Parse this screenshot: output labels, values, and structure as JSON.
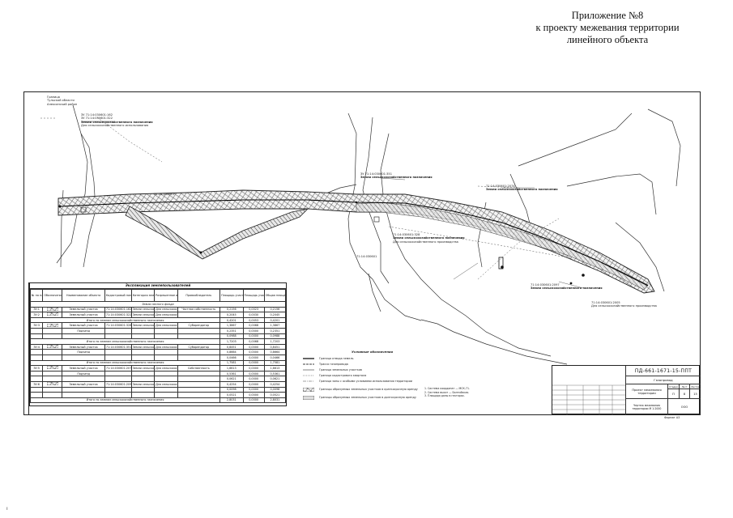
{
  "header": {
    "line1": "Приложение №8",
    "line2": "к проекту межевания территории",
    "line3": "линейного объекта"
  },
  "map": {
    "corner_note_1": "Граница",
    "corner_note_2": "Тульской области",
    "corner_note_3": "Алексинский район",
    "labels": [
      "ЗУ 71:14:030601:162",
      "ЗУ 71:14:030601:322",
      "Земли сельскохозяйственного назначения",
      "Для сельскохозяйственного использования",
      "71:14:030601",
      "ЗУ 71:14:030601:351",
      "Земли сельскохозяйственного назначения",
      "71:14:030601:328",
      "Земли сельскохозяйственного назначения",
      "Для сельскохозяйственного производства",
      "71:14:030601",
      "71:14:030601:2074",
      "Земли сельскохозяйственного назначения",
      "71:14:030601:2097",
      "Земли сельскохозяйственного назначения",
      "71:14:030601:2005",
      "Для сельскохозяйственного производства"
    ]
  },
  "table": {
    "title": "Экспликация землепользователей",
    "headers": [
      "№ на плане",
      "Обозначение в плане",
      "Наименование объекта",
      "Кадастровый номер",
      "Категория земель",
      "Разрешенное использование",
      "Правообладатель",
      "Площадь участка по документам, га",
      "Площадь участка в полосе отвода, га",
      "Общая площадь, га"
    ],
    "rows": [
      {
        "type": "section",
        "text": "Земли лесного фонда"
      },
      {
        "type": "row",
        "num": "ЗУ:1",
        "name": "Земельный участок",
        "cad": "71:14:030601:162",
        "cat": "Земли сельскохозяйственного назначения",
        "use": "Для сельскохозяйственного производства",
        "owner": "Частная собственность",
        "a": "0,2156",
        "b": "0,0023",
        "c": "0,2156"
      },
      {
        "type": "row",
        "num": "ЗУ:2",
        "name": "Земельный участок",
        "cad": "71:14:030601:322",
        "cat": "Земли сельскохозяйственного назначения",
        "use": "Для сельскохозяйственного производства",
        "owner": "",
        "a": "0,2045",
        "b": "0,0030",
        "c": "0,2045"
      },
      {
        "type": "total",
        "text": "Итого по землям сельскохозяйственного назначения",
        "a": "0,4201",
        "b": "0,0053",
        "c": "0,4201"
      },
      {
        "type": "row",
        "num": "ЗУ:3",
        "name": "Земельный участок",
        "cad": "71:14:030601:328",
        "cat": "Земли сельскохозяйственного назначения",
        "use": "Для сельскохозяйственного производства",
        "owner": "Субарендатор",
        "a": "1,3867",
        "b": "0,0068",
        "c": "1,3867"
      },
      {
        "type": "row",
        "num": "",
        "name": "Подъезд",
        "cad": "",
        "cat": "",
        "use": "",
        "owner": "",
        "a": "0,2351",
        "b": "0,0000",
        "c": "0,2351"
      },
      {
        "type": "row",
        "num": "",
        "name": "",
        "cad": "",
        "cat": "",
        "use": "",
        "owner": "",
        "a": "0,0988",
        "b": "0,0000",
        "c": "0,0988"
      },
      {
        "type": "total",
        "text": "Итого по землям сельскохозяйственного назначения",
        "a": "1,7203",
        "b": "0,0068",
        "c": "1,7203"
      },
      {
        "type": "row",
        "num": "ЗУ:4",
        "name": "Земельный участок",
        "cad": "71:14:030601:351",
        "cat": "Земли сельскохозяйственного назначения",
        "use": "Для сельскохозяйственного производства",
        "owner": "Субарендатор",
        "a": "0,8451",
        "b": "0,0000",
        "c": "0,8451"
      },
      {
        "type": "row",
        "num": "",
        "name": "Подъезд",
        "cad": "",
        "cat": "",
        "use": "",
        "owner": "",
        "a": "0,8664",
        "b": "0,0000",
        "c": "0,8664"
      },
      {
        "type": "row",
        "num": "",
        "name": "",
        "cad": "",
        "cat": "",
        "use": "",
        "owner": "",
        "a": "0,0466",
        "b": "0,0000",
        "c": "0,0466"
      },
      {
        "type": "total",
        "text": "Итого по землям сельскохозяйственного назначения",
        "a": "1,7581",
        "b": "0,0000",
        "c": "1,7581"
      },
      {
        "type": "row",
        "num": "ЗУ:5",
        "name": "Земельный участок",
        "cad": "71:14:030601:2074",
        "cat": "Земли сельскохозяйственного назначения",
        "use": "Для сельскохозяйственного производства",
        "owner": "Собственность",
        "a": "1,6613",
        "b": "0,0000",
        "c": "1,6613"
      },
      {
        "type": "row",
        "num": "",
        "name": "Подъезд",
        "cad": "",
        "cat": "",
        "use": "",
        "owner": "",
        "a": "0,5361",
        "b": "0,0000",
        "c": "0,5361"
      },
      {
        "type": "row",
        "num": "",
        "name": "",
        "cad": "",
        "cat": "",
        "use": "",
        "owner": "",
        "a": "0,0621",
        "b": "0,0000",
        "c": "0,0621"
      },
      {
        "type": "row",
        "num": "ЗУ:6",
        "name": "Земельный участок",
        "cad": "71:14:030601:2097",
        "cat": "Земли сельскохозяйственного назначения",
        "use": "Для сельскохозяйственного производства",
        "owner": "",
        "a": "0,4254",
        "b": "0,0000",
        "c": "0,4254"
      },
      {
        "type": "row",
        "num": "",
        "name": "",
        "cad": "",
        "cat": "",
        "use": "",
        "owner": "",
        "a": "0,0098",
        "b": "0,0000",
        "c": "0,0098"
      },
      {
        "type": "row",
        "num": "",
        "name": "",
        "cad": "",
        "cat": "",
        "use": "",
        "owner": "",
        "a": "0,0521",
        "b": "0,0000",
        "c": "0,0521"
      },
      {
        "type": "total",
        "text": "Итого по землям сельскохозяйственного назначения",
        "a": "2,8031",
        "b": "0,0000",
        "c": "2,8031"
      }
    ]
  },
  "legend": {
    "title": "Условные обозначения",
    "items": [
      "Граница отвода земель",
      "Трасса газопровода",
      "Граница земельных участков",
      "Граница кадастрового квартала",
      "Граница зоны с особыми условиями использования территории",
      "Границы образуемых земельных участков в краткосрочную аренду",
      "Границы образуемых земельных участков в долгосрочную аренду"
    ],
    "notes": [
      "1. Система координат — МСК-71.",
      "2. Система высот — Балтийская.",
      "3. Площади даны в гектарах."
    ]
  },
  "stamp": {
    "code": "ПД-661-1671-15-ППТ",
    "project": "Газопровод",
    "sheet_title": "Проект межевания территории",
    "drawing": "Чертеж межевания территории М 1:2000",
    "col_stage": "Стадия",
    "col_sheet": "Лист",
    "col_sheets": "Листов",
    "stage": "П",
    "sheet": "8",
    "sheets": "15",
    "org": "ООО",
    "format": "Формат А3"
  }
}
